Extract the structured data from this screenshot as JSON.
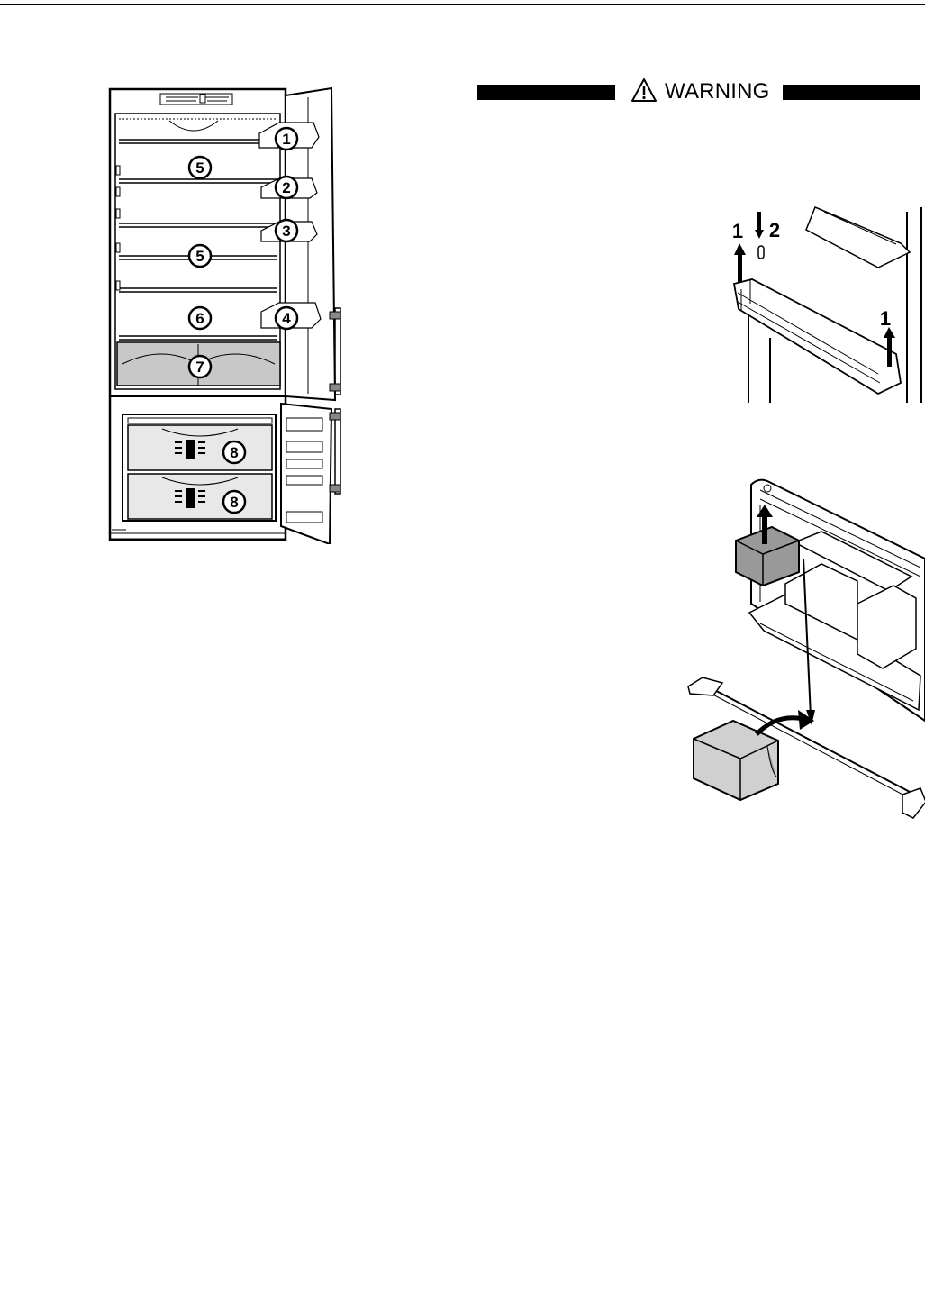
{
  "page": {
    "warning": {
      "label": "WARNING",
      "icon": "warning-triangle-icon"
    },
    "fridge_diagram": {
      "callouts": [
        {
          "number": "1"
        },
        {
          "number": "2"
        },
        {
          "number": "3"
        },
        {
          "number": "4"
        },
        {
          "number": "5"
        },
        {
          "number": "5"
        },
        {
          "number": "6"
        },
        {
          "number": "7"
        },
        {
          "number": "8"
        },
        {
          "number": "8"
        }
      ]
    },
    "door_shelf_removal": {
      "step_labels": [
        "1",
        "2",
        "1"
      ]
    }
  }
}
